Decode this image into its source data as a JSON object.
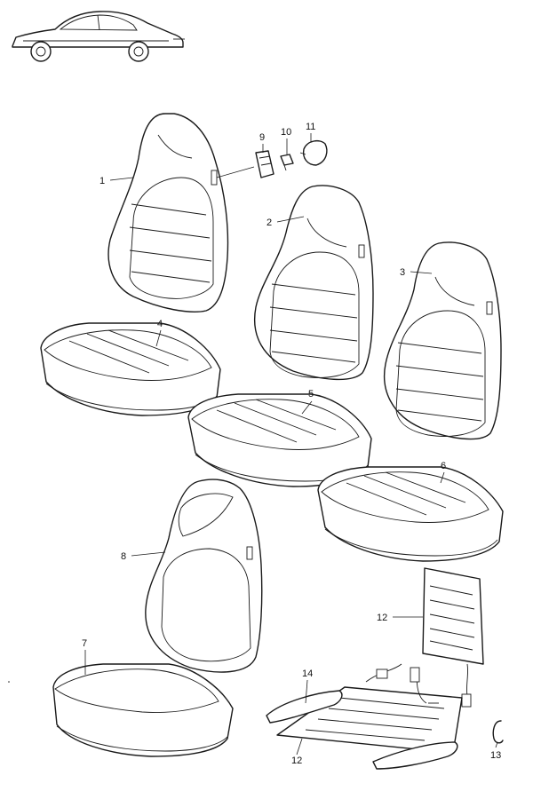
{
  "diagram": {
    "colors": {
      "line": "#1a1a1a",
      "background": "#ffffff"
    },
    "parts": [
      {
        "label": "1",
        "icon": "backrest-cover-perforated-icon"
      },
      {
        "label": "2",
        "icon": "backrest-cover-perforated-icon"
      },
      {
        "label": "3",
        "icon": "backrest-cover-plain-icon"
      },
      {
        "label": "4",
        "icon": "seat-cushion-cover-icon"
      },
      {
        "label": "5",
        "icon": "seat-cushion-cover-icon"
      },
      {
        "label": "6",
        "icon": "seat-cushion-cover-icon"
      },
      {
        "label": "7",
        "icon": "seat-cushion-foam-pad-icon"
      },
      {
        "label": "8",
        "icon": "backrest-foam-pad-icon"
      },
      {
        "label": "9",
        "icon": "knob-icon"
      },
      {
        "label": "10",
        "icon": "clip-icon"
      },
      {
        "label": "11",
        "icon": "cap-icon"
      },
      {
        "label": "12",
        "icon": "heating-element-icon"
      },
      {
        "label": "13",
        "icon": "clamp-icon"
      },
      {
        "label": "14",
        "icon": "bolster-pad-icon"
      }
    ],
    "extra_labels": {
      "part_12_second": "12"
    }
  }
}
